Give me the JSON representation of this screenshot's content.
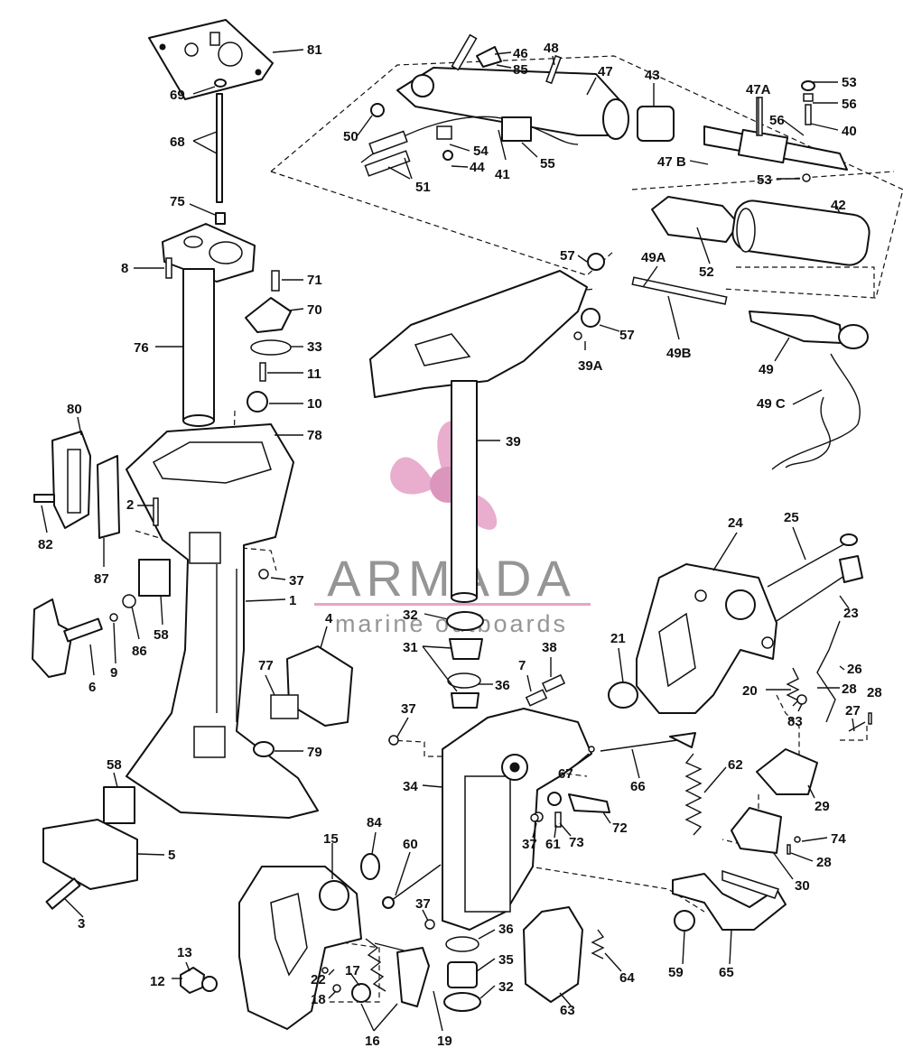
{
  "watermark": {
    "brand": "ARMADA",
    "tagline": "marine outboards",
    "logo_icon": "propeller-logo-icon",
    "colors": {
      "logo": "#e7a6c9",
      "logo_dark": "#d98bb6",
      "text": "#8a8a8a",
      "rule": "#e39cc2"
    }
  },
  "callouts": [
    "81",
    "69",
    "68",
    "75",
    "8",
    "76",
    "71",
    "70",
    "33",
    "11",
    "10",
    "78",
    "80",
    "2",
    "82",
    "87",
    "58",
    "37",
    "1",
    "6",
    "9",
    "86",
    "4",
    "77",
    "79",
    "58",
    "5",
    "3",
    "13",
    "12",
    "46",
    "85",
    "48",
    "47",
    "43",
    "47A",
    "53",
    "56",
    "56",
    "40",
    "50",
    "54",
    "44",
    "55",
    "41",
    "51",
    "47 B",
    "53",
    "42",
    "52",
    "57",
    "49A",
    "57",
    "39A",
    "49B",
    "49",
    "49 C",
    "39",
    "24",
    "25",
    "23",
    "21",
    "32",
    "31",
    "36",
    "7",
    "38",
    "26",
    "20",
    "28",
    "28",
    "83",
    "27",
    "37",
    "34",
    "67",
    "66",
    "62",
    "29",
    "37",
    "61",
    "73",
    "72",
    "74",
    "28",
    "30",
    "84",
    "60",
    "15",
    "37",
    "36",
    "35",
    "22",
    "17",
    "18",
    "16",
    "32",
    "19",
    "63",
    "64",
    "59",
    "65"
  ]
}
